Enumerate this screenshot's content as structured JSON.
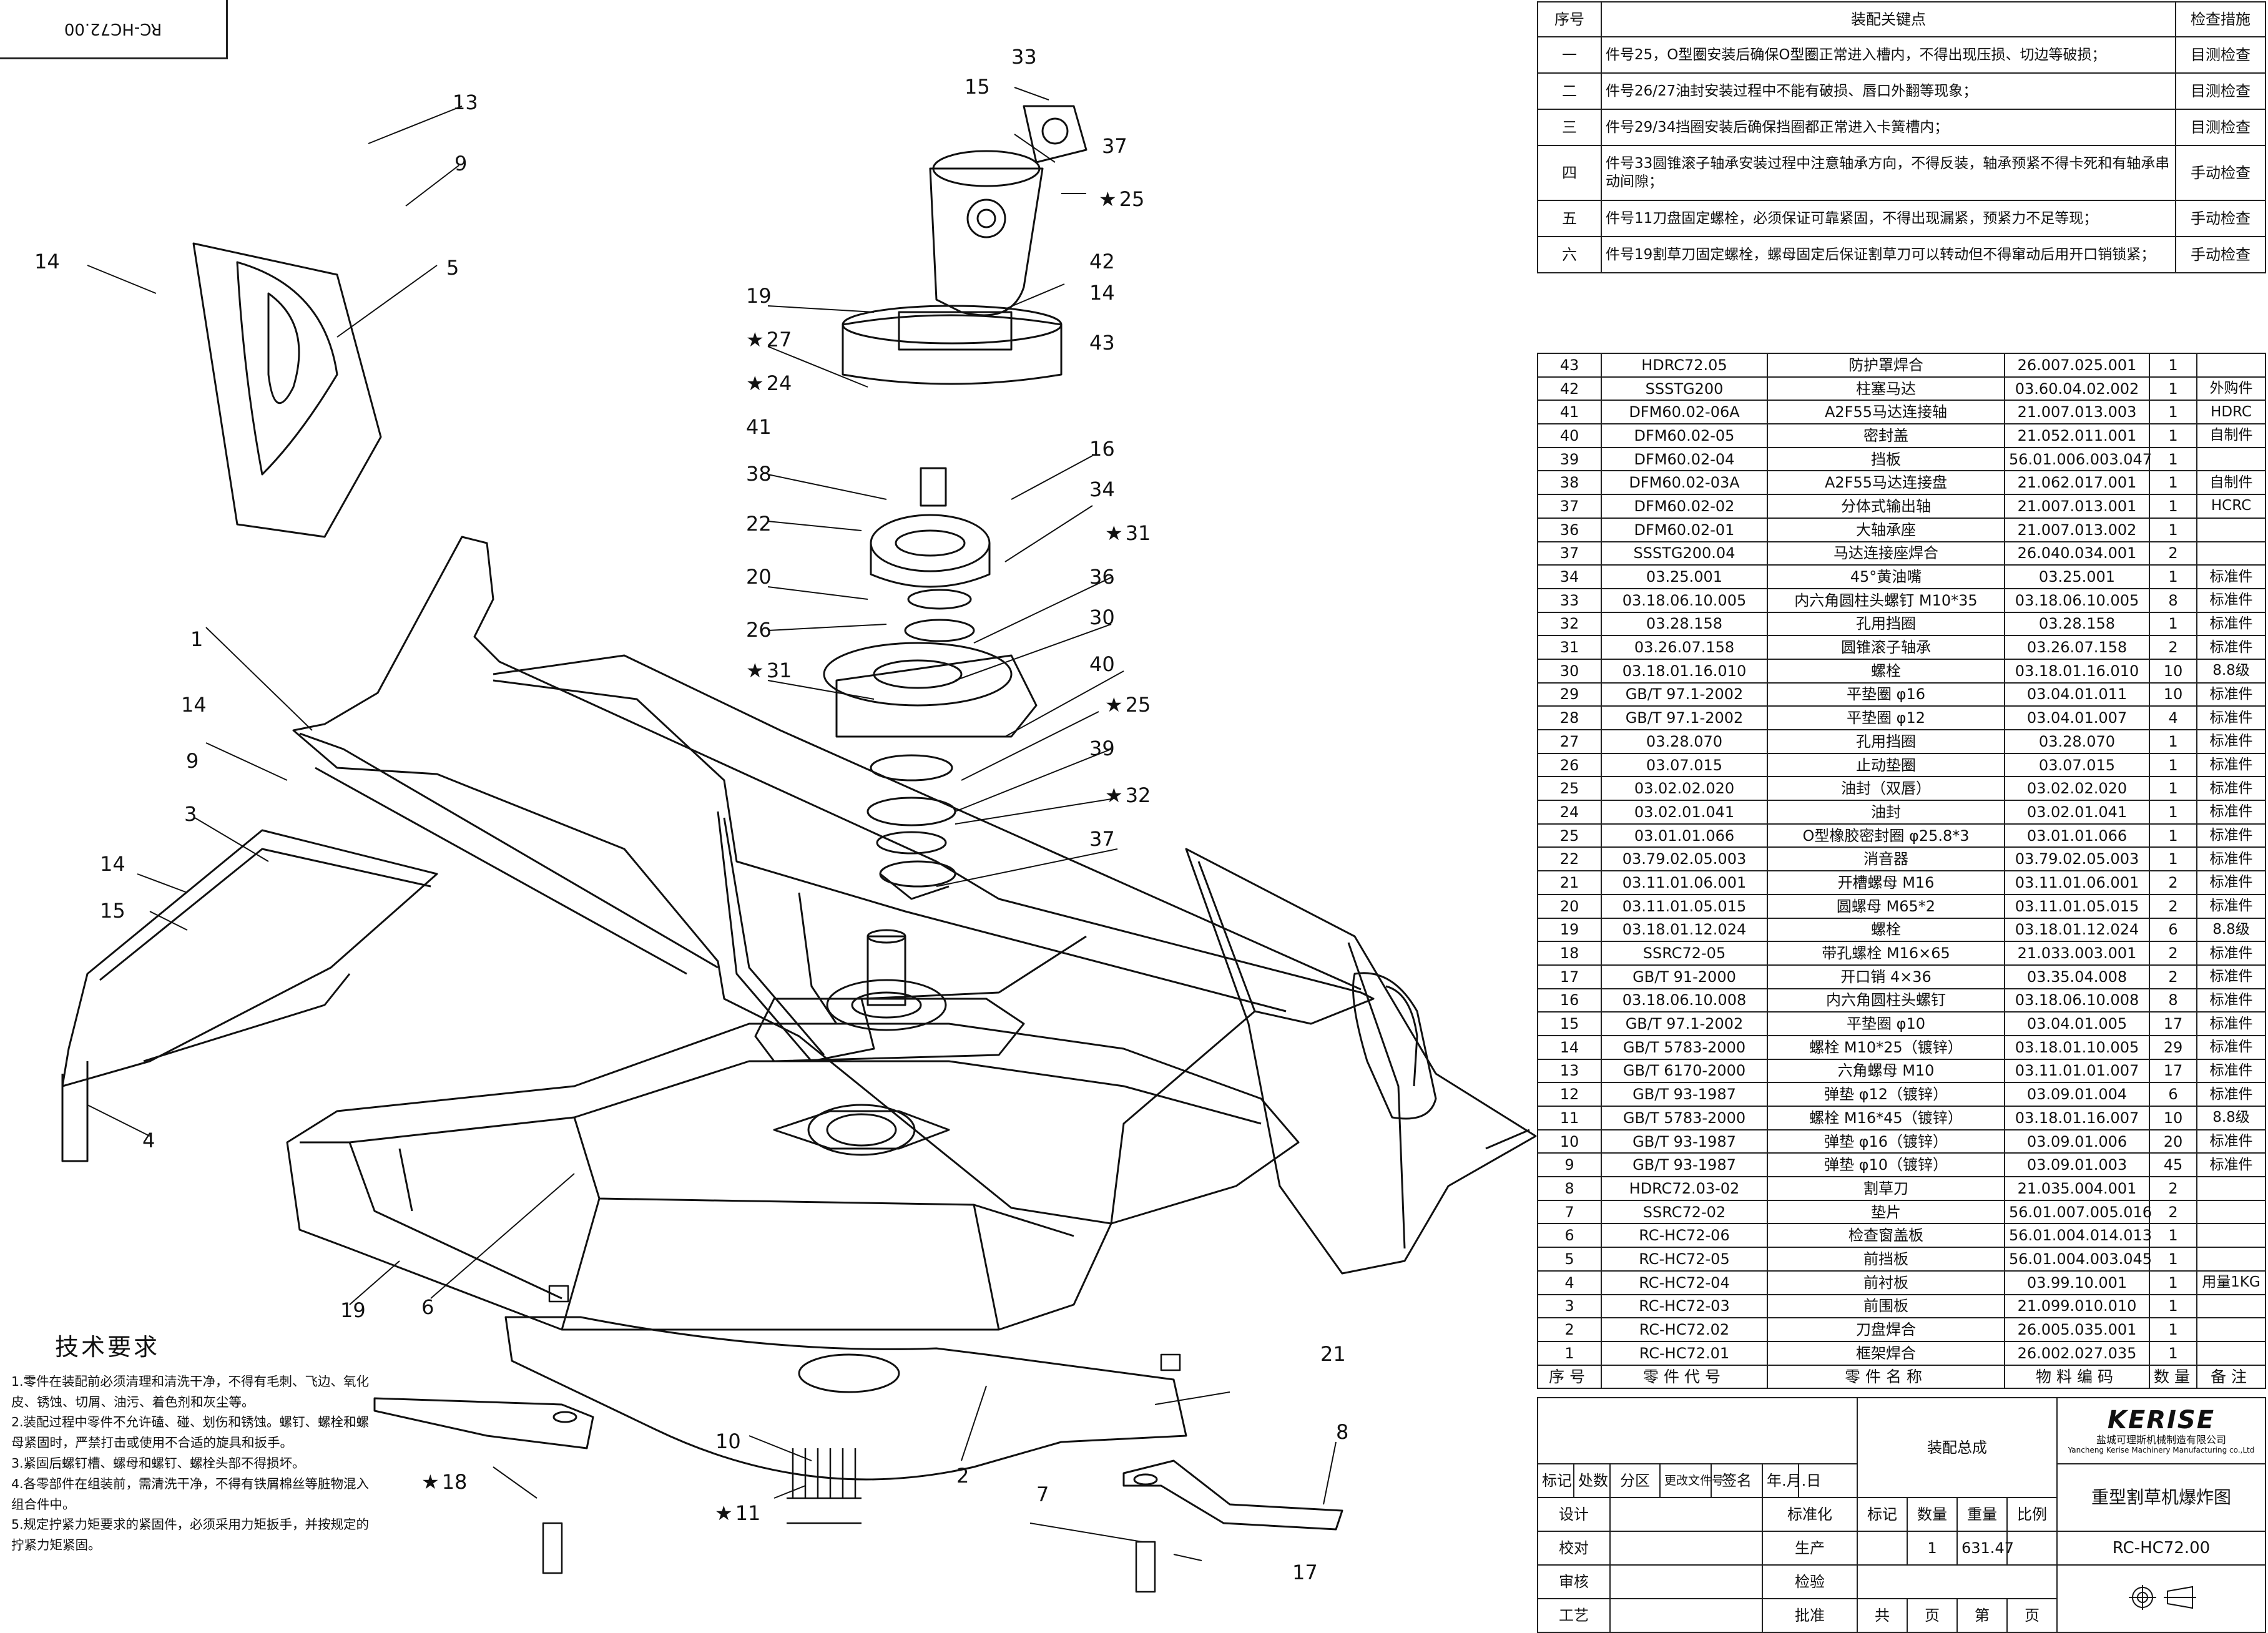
{
  "drawing_number": "RC-HC72.00",
  "drawing_number_mirrored": "RC-HC72.00",
  "key_points": {
    "headers": [
      "序号",
      "装配关键点",
      "检查措施"
    ],
    "rows": [
      {
        "no": "一",
        "text": "件号25，O型圈安装后确保O型圈正常进入槽内，不得出现压损、切边等破损；",
        "check": "目测检查"
      },
      {
        "no": "二",
        "text": "件号26/27油封安装过程中不能有破损、唇口外翻等现象；",
        "check": "目测检查"
      },
      {
        "no": "三",
        "text": "件号29/34挡圈安装后确保挡圈都正常进入卡簧槽内；",
        "check": "目测检查"
      },
      {
        "no": "四",
        "text": "件号33圆锥滚子轴承安装过程中注意轴承方向，不得反装，轴承预紧不得卡死和有轴承串动间隙；",
        "check": "手动检查"
      },
      {
        "no": "五",
        "text": "件号11刀盘固定螺栓，必须保证可靠紧固，不得出现漏紧，预紧力不足等现；",
        "check": "手动检查"
      },
      {
        "no": "六",
        "text": "件号19割草刀固定螺栓，螺母固定后保证割草刀可以转动但不得窜动后用开口销锁紧；",
        "check": "手动检查"
      }
    ]
  },
  "bom": {
    "headers": [
      "序号",
      "零件代号",
      "零件名称",
      "物料编码",
      "数量",
      "备注"
    ],
    "rows": [
      [
        "43",
        "HDRC72.05",
        "防护罩焊合",
        "26.007.025.001",
        "1",
        ""
      ],
      [
        "42",
        "SSSTG200",
        "柱塞马达",
        "03.60.04.02.002",
        "1",
        "外购件"
      ],
      [
        "41",
        "DFM60.02-06A",
        "A2F55马达连接轴",
        "21.007.013.003",
        "1",
        "HDRC"
      ],
      [
        "40",
        "DFM60.02-05",
        "密封盖",
        "21.052.011.001",
        "1",
        "自制件"
      ],
      [
        "39",
        "DFM60.02-04",
        "挡板",
        "56.01.006.003.047",
        "1",
        ""
      ],
      [
        "38",
        "DFM60.02-03A",
        "A2F55马达连接盘",
        "21.062.017.001",
        "1",
        "自制件"
      ],
      [
        "37",
        "DFM60.02-02",
        "分体式输出轴",
        "21.007.013.001",
        "1",
        "HCRC"
      ],
      [
        "36",
        "DFM60.02-01",
        "大轴承座",
        "21.007.013.002",
        "1",
        ""
      ],
      [
        "37",
        "SSSTG200.04",
        "马达连接座焊合",
        "26.040.034.001",
        "2",
        ""
      ],
      [
        "34",
        "03.25.001",
        "45°黄油嘴",
        "03.25.001",
        "1",
        "标准件"
      ],
      [
        "33",
        "03.18.06.10.005",
        "内六角圆柱头螺钉 M10*35",
        "03.18.06.10.005",
        "8",
        "标准件"
      ],
      [
        "32",
        "03.28.158",
        "孔用挡圈",
        "03.28.158",
        "1",
        "标准件"
      ],
      [
        "31",
        "03.26.07.158",
        "圆锥滚子轴承",
        "03.26.07.158",
        "2",
        "标准件"
      ],
      [
        "30",
        "03.18.01.16.010",
        "螺栓",
        "03.18.01.16.010",
        "10",
        "8.8级"
      ],
      [
        "29",
        "GB/T 97.1-2002",
        "平垫圈 φ16",
        "03.04.01.011",
        "10",
        "标准件"
      ],
      [
        "28",
        "GB/T 97.1-2002",
        "平垫圈 φ12",
        "03.04.01.007",
        "4",
        "标准件"
      ],
      [
        "27",
        "03.28.070",
        "孔用挡圈",
        "03.28.070",
        "1",
        "标准件"
      ],
      [
        "26",
        "03.07.015",
        "止动垫圈",
        "03.07.015",
        "1",
        "标准件"
      ],
      [
        "25",
        "03.02.02.020",
        "油封（双唇）",
        "03.02.02.020",
        "1",
        "标准件"
      ],
      [
        "24",
        "03.02.01.041",
        "油封",
        "03.02.01.041",
        "1",
        "标准件"
      ],
      [
        "25",
        "03.01.01.066",
        "O型橡胶密封圈 φ25.8*3",
        "03.01.01.066",
        "1",
        "标准件"
      ],
      [
        "22",
        "03.79.02.05.003",
        "消音器",
        "03.79.02.05.003",
        "1",
        "标准件"
      ],
      [
        "21",
        "03.11.01.06.001",
        "开槽螺母 M16",
        "03.11.01.06.001",
        "2",
        "标准件"
      ],
      [
        "20",
        "03.11.01.05.015",
        "圆螺母 M65*2",
        "03.11.01.05.015",
        "2",
        "标准件"
      ],
      [
        "19",
        "03.18.01.12.024",
        "螺栓",
        "03.18.01.12.024",
        "6",
        "8.8级"
      ],
      [
        "18",
        "SSRC72-05",
        "带孔螺栓 M16×65",
        "21.033.003.001",
        "2",
        "标准件"
      ],
      [
        "17",
        "GB/T 91-2000",
        "开口销 4×36",
        "03.35.04.008",
        "2",
        "标准件"
      ],
      [
        "16",
        "03.18.06.10.008",
        "内六角圆柱头螺钉",
        "03.18.06.10.008",
        "8",
        "标准件"
      ],
      [
        "15",
        "GB/T 97.1-2002",
        "平垫圈 φ10",
        "03.04.01.005",
        "17",
        "标准件"
      ],
      [
        "14",
        "GB/T 5783-2000",
        "螺栓 M10*25（镀锌）",
        "03.18.01.10.005",
        "29",
        "标准件"
      ],
      [
        "13",
        "GB/T 6170-2000",
        "六角螺母 M10",
        "03.11.01.01.007",
        "17",
        "标准件"
      ],
      [
        "12",
        "GB/T 93-1987",
        "弹垫 φ12（镀锌）",
        "03.09.01.004",
        "6",
        "标准件"
      ],
      [
        "11",
        "GB/T 5783-2000",
        "螺栓 M16*45（镀锌）",
        "03.18.01.16.007",
        "10",
        "8.8级"
      ],
      [
        "10",
        "GB/T 93-1987",
        "弹垫 φ16（镀锌）",
        "03.09.01.006",
        "20",
        "标准件"
      ],
      [
        "9",
        "GB/T 93-1987",
        "弹垫 φ10（镀锌）",
        "03.09.01.003",
        "45",
        "标准件"
      ],
      [
        "8",
        "HDRC72.03-02",
        "割草刀",
        "21.035.004.001",
        "2",
        ""
      ],
      [
        "7",
        "SSRC72-02",
        "垫片",
        "56.01.007.005.016",
        "2",
        ""
      ],
      [
        "6",
        "RC-HC72-06",
        "检查窗盖板",
        "56.01.004.014.013",
        "1",
        ""
      ],
      [
        "5",
        "RC-HC72-05",
        "前挡板",
        "56.01.004.003.045",
        "1",
        ""
      ],
      [
        "4",
        "RC-HC72-04",
        "前衬板",
        "03.99.10.001",
        "1",
        "用量1KG"
      ],
      [
        "3",
        "RC-HC72-03",
        "前围板",
        "21.099.010.010",
        "1",
        ""
      ],
      [
        "2",
        "RC-HC72.02",
        "刀盘焊合",
        "26.005.035.001",
        "1",
        ""
      ],
      [
        "1",
        "RC-HC72.01",
        "框架焊合",
        "26.002.027.035",
        "1",
        ""
      ]
    ]
  },
  "title_block": {
    "brand": "KERISE",
    "company_cn": "盐城可理斯机械制造有限公司",
    "company_en": "Yancheng Kerise Machinery Manufacturing co.,Ltd",
    "assembly": "装配总成",
    "drawing_title": "重型割草机爆炸图",
    "drawing_no": "RC-HC72.00",
    "labels": {
      "mark": "标记",
      "count": "处数",
      "zone": "分区",
      "change_doc": "更改文件号",
      "sign": "签名",
      "date": "年.月.日",
      "design": "设计",
      "standardize": "标准化",
      "check": "校对",
      "production": "生产",
      "review": "审核",
      "inspect": "检验",
      "process": "工艺",
      "approve": "批准",
      "mark2": "标记",
      "qty": "数量",
      "weight": "重量",
      "scale": "比例",
      "total": "共",
      "page": "页",
      "sheet": "第",
      "page2": "页"
    },
    "qty_value": "1",
    "weight_value": "631.47"
  },
  "tech": {
    "title": "技术要求",
    "items": [
      "1.零件在装配前必须清理和清洗干净，不得有毛刺、飞边、氧化皮、锈蚀、切屑、油污、着色剂和灰尘等。",
      "2.装配过程中零件不允许磕、碰、划伤和锈蚀。螺钉、螺栓和螺母紧固时，严禁打击或使用不合适的旋具和扳手。",
      "3.紧固后螺钉槽、螺母和螺钉、螺栓头部不得损坏。",
      "4.各零部件在组装前，需清洗干净，不得有铁屑棉丝等脏物混入组合件中。",
      "5.规定拧紧力矩要求的紧固件，必须采用力矩扳手，并按规定的拧紧力矩紧固。"
    ]
  },
  "balloons": [
    {
      "label": "1"
    },
    {
      "label": "2"
    },
    {
      "label": "3"
    },
    {
      "label": "4"
    },
    {
      "label": "5"
    },
    {
      "label": "6"
    },
    {
      "label": "7"
    },
    {
      "label": "8"
    },
    {
      "label": "9"
    },
    {
      "label": "9"
    },
    {
      "label": "10"
    },
    {
      "label": "11",
      "star": true
    },
    {
      "label": "13"
    },
    {
      "label": "14"
    },
    {
      "label": "14"
    },
    {
      "label": "14"
    },
    {
      "label": "14"
    },
    {
      "label": "15"
    },
    {
      "label": "15"
    },
    {
      "label": "16"
    },
    {
      "label": "17"
    },
    {
      "label": "18",
      "star": true
    },
    {
      "label": "19"
    },
    {
      "label": "19"
    },
    {
      "label": "20"
    },
    {
      "label": "21"
    },
    {
      "label": "22"
    },
    {
      "label": "24",
      "star": true
    },
    {
      "label": "25",
      "star": true
    },
    {
      "label": "25",
      "star": true
    },
    {
      "label": "26"
    },
    {
      "label": "27",
      "star": true
    },
    {
      "label": "30"
    },
    {
      "label": "31",
      "star": true
    },
    {
      "label": "31",
      "star": true
    },
    {
      "label": "32",
      "star": true
    },
    {
      "label": "33"
    },
    {
      "label": "34"
    },
    {
      "label": "36"
    },
    {
      "label": "37"
    },
    {
      "label": "37"
    },
    {
      "label": "38"
    },
    {
      "label": "39"
    },
    {
      "label": "40"
    },
    {
      "label": "41"
    },
    {
      "label": "42"
    },
    {
      "label": "43"
    }
  ]
}
